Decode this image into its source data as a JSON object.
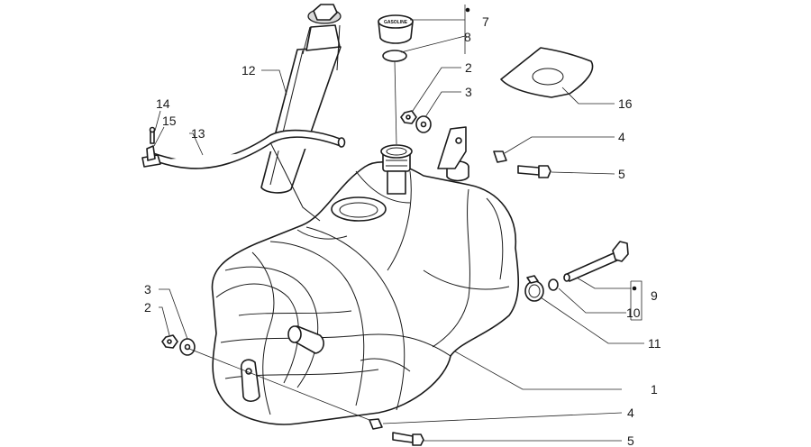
{
  "diagram": {
    "cap_label": "GASOLINE",
    "callouts": {
      "c1": "1",
      "c2_top": "2",
      "c2_left": "2",
      "c3_top": "3",
      "c3_left": "3",
      "c4_top": "4",
      "c4_bottom": "4",
      "c5_top": "5",
      "c5_bottom": "5",
      "c7": "7",
      "c8": "8",
      "c9": "9",
      "c10": "10",
      "c11": "11",
      "c12": "12",
      "c13": "13",
      "c14": "14",
      "c15": "15",
      "c16": "16"
    }
  }
}
